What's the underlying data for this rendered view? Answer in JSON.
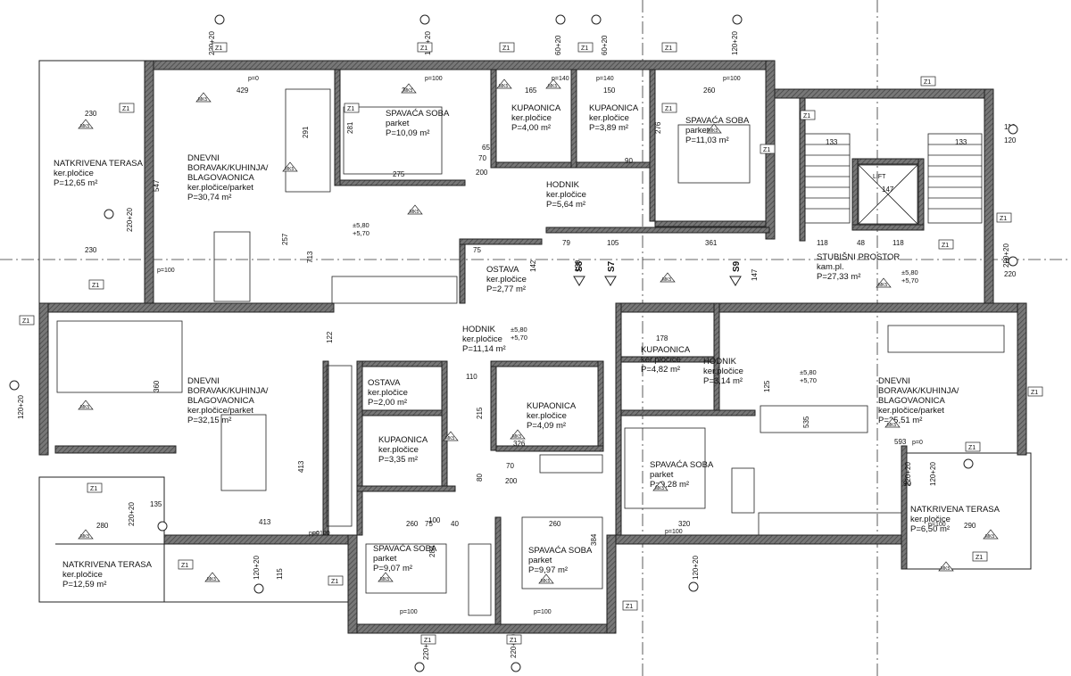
{
  "plan": {
    "rooms": [
      {
        "id": "terasa-nw",
        "lines": [
          "NATKRIVENA TERASA",
          "ker.pločice",
          "P=12,65 m²"
        ]
      },
      {
        "id": "dnevni-1",
        "lines": [
          "DNEVNI",
          "BORAVAK/KUHINJA/",
          "BLAGOVAONICA",
          "ker.pločice/parket",
          "P=30,74 m²"
        ]
      },
      {
        "id": "spavaca-1",
        "lines": [
          "SPAVAĆA SOBA",
          "parket",
          "P=10,09 m²"
        ]
      },
      {
        "id": "kupaonica-1",
        "lines": [
          "KUPAONICA",
          "ker.pločice",
          "P=4,00 m²"
        ]
      },
      {
        "id": "kupaonica-2",
        "lines": [
          "KUPAONICA",
          "ker.pločice",
          "P=3,89 m²"
        ]
      },
      {
        "id": "spavaca-2",
        "lines": [
          "SPAVAĆA SOBA",
          "parket",
          "P=11,03 m²"
        ]
      },
      {
        "id": "hodnik-1",
        "lines": [
          "HODNIK",
          "ker.pločice",
          "P=5,64 m²"
        ]
      },
      {
        "id": "ostava-1",
        "lines": [
          "OSTAVA",
          "ker.pločice",
          "P=2,77 m²"
        ]
      },
      {
        "id": "stubisni",
        "lines": [
          "STUBIŠNI PROSTOR",
          "kam.pl.",
          "P=27,33 m²"
        ]
      },
      {
        "id": "hodnik-2",
        "lines": [
          "HODNIK",
          "ker.pločice",
          "P=11,14 m²"
        ]
      },
      {
        "id": "dnevni-2",
        "lines": [
          "DNEVNI",
          "BORAVAK/KUHINJA/",
          "BLAGOVAONICA",
          "ker.pločice/parket",
          "P=32,15 m²"
        ]
      },
      {
        "id": "ostava-2",
        "lines": [
          "OSTAVA",
          "ker.pločice",
          "P=2,00 m²"
        ]
      },
      {
        "id": "kupaonica-3",
        "lines": [
          "KUPAONICA",
          "ker.pločice",
          "P=3,35 m²"
        ]
      },
      {
        "id": "kupaonica-4",
        "lines": [
          "KUPAONICA",
          "ker.pločice",
          "P=4,09 m²"
        ]
      },
      {
        "id": "kupaonica-5",
        "lines": [
          "KUPAONICA",
          "ker.pločice",
          "P=4,82 m²"
        ]
      },
      {
        "id": "hodnik-3",
        "lines": [
          "HODNIK",
          "ker.pločice",
          "P=3,14 m²"
        ]
      },
      {
        "id": "dnevni-3",
        "lines": [
          "DNEVNI",
          "BORAVAK/KUHINJA/",
          "BLAGOVAONICA",
          "ker.pločice/parket",
          "P=25,51 m²"
        ]
      },
      {
        "id": "spavaca-3",
        "lines": [
          "SPAVAĆA SOBA",
          "parket",
          "P=9,28 m²"
        ]
      },
      {
        "id": "spavaca-4",
        "lines": [
          "SPAVAĆA SOBA",
          "parket",
          "P=9,07 m²"
        ]
      },
      {
        "id": "spavaca-5",
        "lines": [
          "SPAVAĆA SOBA",
          "parket",
          "P=9,97 m²"
        ]
      },
      {
        "id": "terasa-sw",
        "lines": [
          "NATKRIVENA TERASA",
          "ker.pločice",
          "P=12,59 m²"
        ]
      },
      {
        "id": "terasa-se",
        "lines": [
          "NATKRIVENA TERASA",
          "ker.pločice",
          "P=6,50 m²"
        ]
      }
    ],
    "lift_label": "LIFT",
    "lift_dim": "147",
    "section_marks": [
      "S8",
      "S7",
      "S9"
    ],
    "levels": [
      {
        "id": "lv1",
        "text": "±5,80"
      },
      {
        "id": "lv1b",
        "text": "+5,70"
      },
      {
        "id": "lv2",
        "text": "±5,80"
      },
      {
        "id": "lv2b",
        "text": "+5,70"
      },
      {
        "id": "lv3",
        "text": "±5,80"
      },
      {
        "id": "lv3b",
        "text": "+5,70"
      },
      {
        "id": "lv4",
        "text": "±5,80"
      },
      {
        "id": "lv4b",
        "text": "+5,70"
      }
    ],
    "dimensions": [
      {
        "id": "d-230a",
        "text": "230"
      },
      {
        "id": "d-230b",
        "text": "230"
      },
      {
        "id": "d-429",
        "text": "429"
      },
      {
        "id": "d-360a",
        "text": "360"
      },
      {
        "id": "d-165",
        "text": "165"
      },
      {
        "id": "d-150",
        "text": "150"
      },
      {
        "id": "d-260a",
        "text": "260"
      },
      {
        "id": "d-275",
        "text": "275"
      },
      {
        "id": "d-547",
        "text": "547"
      },
      {
        "id": "d-713",
        "text": "713"
      },
      {
        "id": "d-257",
        "text": "257"
      },
      {
        "id": "d-291",
        "text": "291"
      },
      {
        "id": "d-281",
        "text": "281"
      },
      {
        "id": "d-276",
        "text": "276"
      },
      {
        "id": "d-65a",
        "text": "65"
      },
      {
        "id": "d-70a",
        "text": "70"
      },
      {
        "id": "d-200a",
        "text": "200"
      },
      {
        "id": "d-90a",
        "text": "90"
      },
      {
        "id": "d-75a",
        "text": "75"
      },
      {
        "id": "d-142a",
        "text": "142"
      },
      {
        "id": "d-79",
        "text": "79"
      },
      {
        "id": "d-105",
        "text": "105"
      },
      {
        "id": "d-361",
        "text": "361"
      },
      {
        "id": "d-147a",
        "text": "147"
      },
      {
        "id": "d-118a",
        "text": "118"
      },
      {
        "id": "d-48",
        "text": "48"
      },
      {
        "id": "d-118b",
        "text": "118"
      },
      {
        "id": "d-133a",
        "text": "133"
      },
      {
        "id": "d-133b",
        "text": "133"
      },
      {
        "id": "d-110a",
        "text": "110"
      },
      {
        "id": "d-120a",
        "text": "120"
      },
      {
        "id": "d-120b",
        "text": "120"
      },
      {
        "id": "d-220a",
        "text": "220"
      },
      {
        "id": "d-360b",
        "text": "360"
      },
      {
        "id": "d-413a",
        "text": "413"
      },
      {
        "id": "d-413b",
        "text": "413"
      },
      {
        "id": "d-122a",
        "text": "122"
      },
      {
        "id": "d-110b",
        "text": "110"
      },
      {
        "id": "d-215a",
        "text": "215"
      },
      {
        "id": "d-178",
        "text": "178"
      },
      {
        "id": "d-125",
        "text": "125"
      },
      {
        "id": "d-535",
        "text": "535"
      },
      {
        "id": "d-593",
        "text": "593"
      },
      {
        "id": "d-320",
        "text": "320"
      },
      {
        "id": "d-290",
        "text": "290"
      },
      {
        "id": "d-280",
        "text": "280"
      },
      {
        "id": "d-135",
        "text": "135"
      },
      {
        "id": "d-260b",
        "text": "260"
      },
      {
        "id": "d-284",
        "text": "284"
      },
      {
        "id": "d-384",
        "text": "384"
      },
      {
        "id": "d-115",
        "text": "115"
      },
      {
        "id": "d-260c",
        "text": "260"
      },
      {
        "id": "d-100a",
        "text": "100"
      },
      {
        "id": "d-90b",
        "text": "90"
      },
      {
        "id": "d-326",
        "text": "326"
      },
      {
        "id": "d-80a",
        "text": "80"
      },
      {
        "id": "d-70b",
        "text": "70"
      },
      {
        "id": "d-40",
        "text": "40"
      },
      {
        "id": "d-75b",
        "text": "75"
      },
      {
        "id": "d-200b",
        "text": "200"
      },
      {
        "id": "d-120c",
        "text": "120"
      }
    ],
    "openings": [
      {
        "id": "o1",
        "text": "p=100"
      },
      {
        "id": "o2",
        "text": "p=140"
      },
      {
        "id": "o3",
        "text": "p=140"
      },
      {
        "id": "o4",
        "text": "p=100"
      },
      {
        "id": "o5",
        "text": "p=0"
      },
      {
        "id": "o6",
        "text": "p=100"
      },
      {
        "id": "o7",
        "text": "p=100"
      },
      {
        "id": "o8",
        "text": "p=0"
      },
      {
        "id": "o9",
        "text": "p=100"
      },
      {
        "id": "o10",
        "text": "p=100"
      },
      {
        "id": "o11",
        "text": "p=100"
      },
      {
        "id": "o12",
        "text": "p=100"
      },
      {
        "id": "o13",
        "text": "p=0"
      }
    ],
    "window_sizes": [
      {
        "id": "w1",
        "text": "220+20"
      },
      {
        "id": "w2",
        "text": "120+20"
      },
      {
        "id": "w3",
        "text": "60+20"
      },
      {
        "id": "w4",
        "text": "60+20"
      },
      {
        "id": "w5",
        "text": "120+20"
      },
      {
        "id": "w6",
        "text": "220+20"
      },
      {
        "id": "w7",
        "text": "120+20"
      },
      {
        "id": "w8",
        "text": "220+20"
      },
      {
        "id": "w9",
        "text": "120+20"
      },
      {
        "id": "w10",
        "text": "220+20"
      },
      {
        "id": "w11",
        "text": "220+20"
      },
      {
        "id": "w12",
        "text": "120+20"
      },
      {
        "id": "w13",
        "text": "120+20"
      },
      {
        "id": "w14",
        "text": "220+20"
      },
      {
        "id": "w15",
        "text": "220+20"
      }
    ],
    "wall_tag": "Z1",
    "floor_tag": "MK5",
    "colors": {
      "wall": "#555555",
      "line": "#222222",
      "axis": "#333333",
      "hatch": "#888888"
    }
  }
}
